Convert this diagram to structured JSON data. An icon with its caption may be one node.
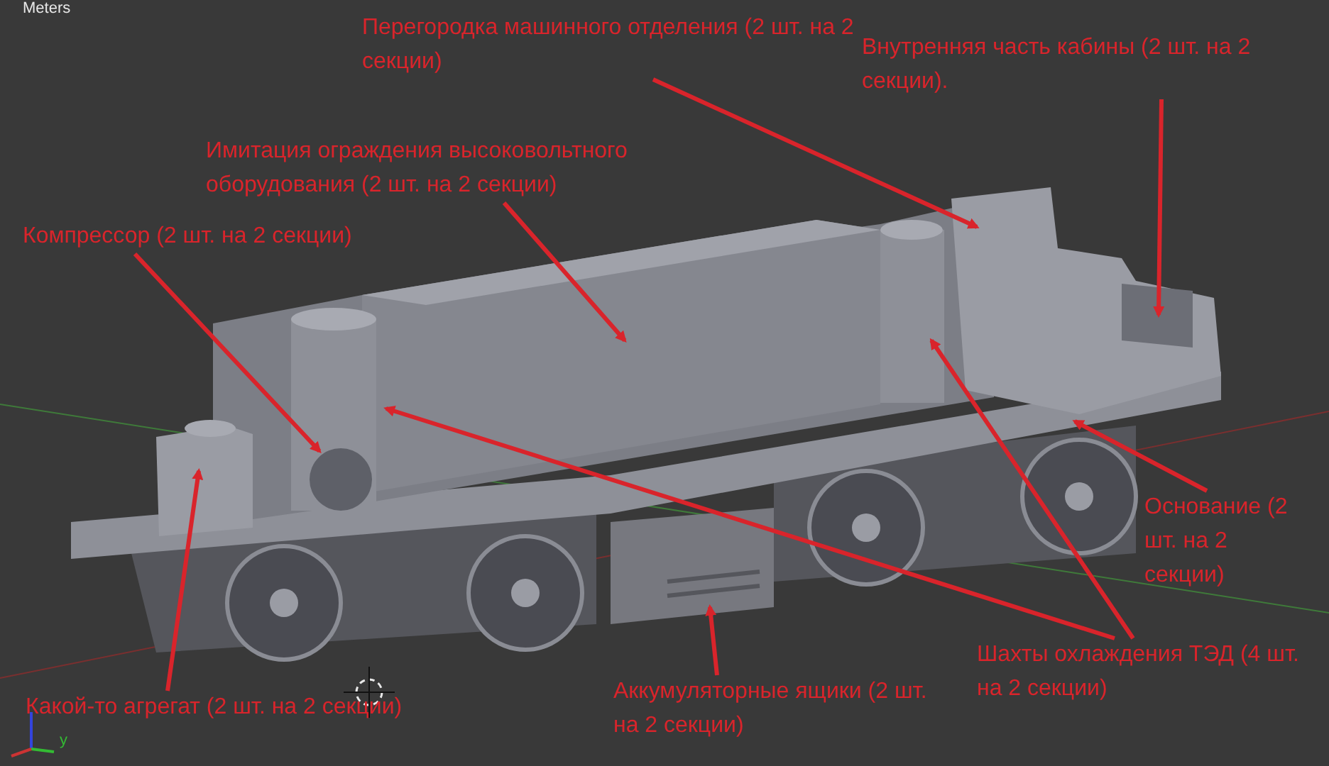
{
  "diagram": {
    "nodes": [
      {
        "text": [
          "Перегородка машинного отделения (2 шт. на 2 секции)"
        ]
      },
      {
        "text": [
          "Внутренняя часть кабины (2 шт. на 2 секции)."
        ]
      },
      {
        "text": [
          "Имитация ограждения высоковольтного оборудования (2 шт. на 2 секции)"
        ]
      },
      {
        "text": [
          "Компрессор (2 шт. на 2 секции)"
        ]
      },
      {
        "text": [
          "Основание (2 шт. на 2 секции)"
        ]
      },
      {
        "text": [
          "Шахты охлаждения ТЭД (4 шт. на 2 секции)"
        ]
      },
      {
        "text": [
          "Аккумуляторные ящики (2 шт. на 2 секции)"
        ]
      },
      {
        "text": [
          "Какой-то агрегат (2 шт. на 2 секции)"
        ]
      }
    ],
    "edges": [
      {
        "from": 0,
        "to": null,
        "arrow": "to"
      },
      {
        "from": 1,
        "to": null,
        "arrow": "to"
      },
      {
        "from": 2,
        "to": null,
        "arrow": "to"
      },
      {
        "from": 3,
        "to": null,
        "arrow": "to"
      },
      {
        "from": 4,
        "to": null,
        "arrow": "to"
      },
      {
        "from": 5,
        "to": null,
        "arrow": "to"
      },
      {
        "from": 5,
        "to": null,
        "arrow": "to"
      },
      {
        "from": 6,
        "to": null,
        "arrow": "to"
      },
      {
        "from": 7,
        "to": null,
        "arrow": "to"
      }
    ],
    "labels": [
      "Meters",
      "y"
    ]
  }
}
